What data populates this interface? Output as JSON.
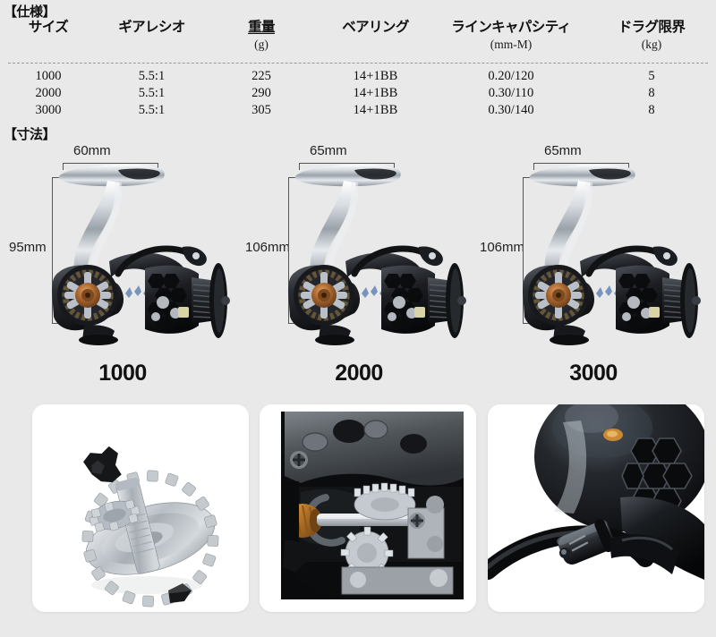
{
  "spec": {
    "heading": "【仕様】",
    "columns": [
      {
        "name": "size",
        "label": "サイズ",
        "unit": "",
        "underline": false
      },
      {
        "name": "gear",
        "label": "ギアレシオ",
        "unit": "",
        "underline": false
      },
      {
        "name": "weight",
        "label": "重量",
        "unit": "(g)",
        "underline": true
      },
      {
        "name": "bearing",
        "label": "ベアリング",
        "unit": "",
        "underline": false
      },
      {
        "name": "line",
        "label": "ラインキャパシティ",
        "unit": "(mm-M)",
        "underline": false
      },
      {
        "name": "drag",
        "label": "ドラグ限界",
        "unit": "(kg)",
        "underline": false
      }
    ],
    "rows": [
      {
        "size": "1000",
        "gear": "5.5:1",
        "weight": "225",
        "bearing": "14+1BB",
        "line": "0.20/120",
        "drag": "5"
      },
      {
        "size": "2000",
        "gear": "5.5:1",
        "weight": "290",
        "bearing": "14+1BB",
        "line": "0.30/110",
        "drag": "8"
      },
      {
        "size": "3000",
        "gear": "5.5:1",
        "weight": "305",
        "bearing": "14+1BB",
        "line": "0.30/140",
        "drag": "8"
      }
    ]
  },
  "dimensions": {
    "heading": "【寸法】",
    "reels": [
      {
        "model": "1000",
        "width": "60mm",
        "height": "95mm"
      },
      {
        "model": "2000",
        "width": "65mm",
        "height": "106mm"
      },
      {
        "model": "3000",
        "width": "65mm",
        "height": "106mm"
      }
    ]
  },
  "photos": [
    {
      "name": "main-gear-pinion-photo"
    },
    {
      "name": "internal-drive-mechanism-photo"
    },
    {
      "name": "spool-bail-closeup-photo"
    }
  ],
  "colors": {
    "page_background": "#e9e9e9",
    "panel_background": "#ffffff",
    "text": "#111111",
    "rule": "#9a9a9a",
    "dimension_line": "#555555",
    "reel_body_dark": "#1a1a1c",
    "reel_metal": "#c9cdd2",
    "reel_copper": "#a9662f"
  }
}
